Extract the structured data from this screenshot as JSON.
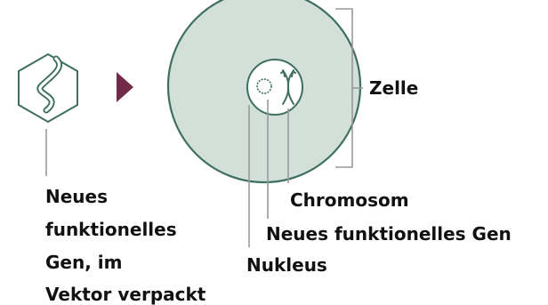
{
  "colors": {
    "cell_fill": "#d3e0da",
    "stroke": "#3f6f5e",
    "arrow": "#722a49",
    "leader": "#999999",
    "text": "#111111"
  },
  "icons": {
    "vector": "hexagon-with-gene-strand-icon",
    "arrow": "triangle-arrow-right-icon"
  },
  "labels": {
    "vector_line1": "Neues",
    "vector_line2": "funktionelles",
    "vector_line3": "Gen, im",
    "vector_line4": "Vektor verpackt",
    "cell": "Zelle",
    "chromosome": "Chromosom",
    "new_gene": "Neues funktionelles Gen",
    "nucleus": "Nukleus"
  }
}
